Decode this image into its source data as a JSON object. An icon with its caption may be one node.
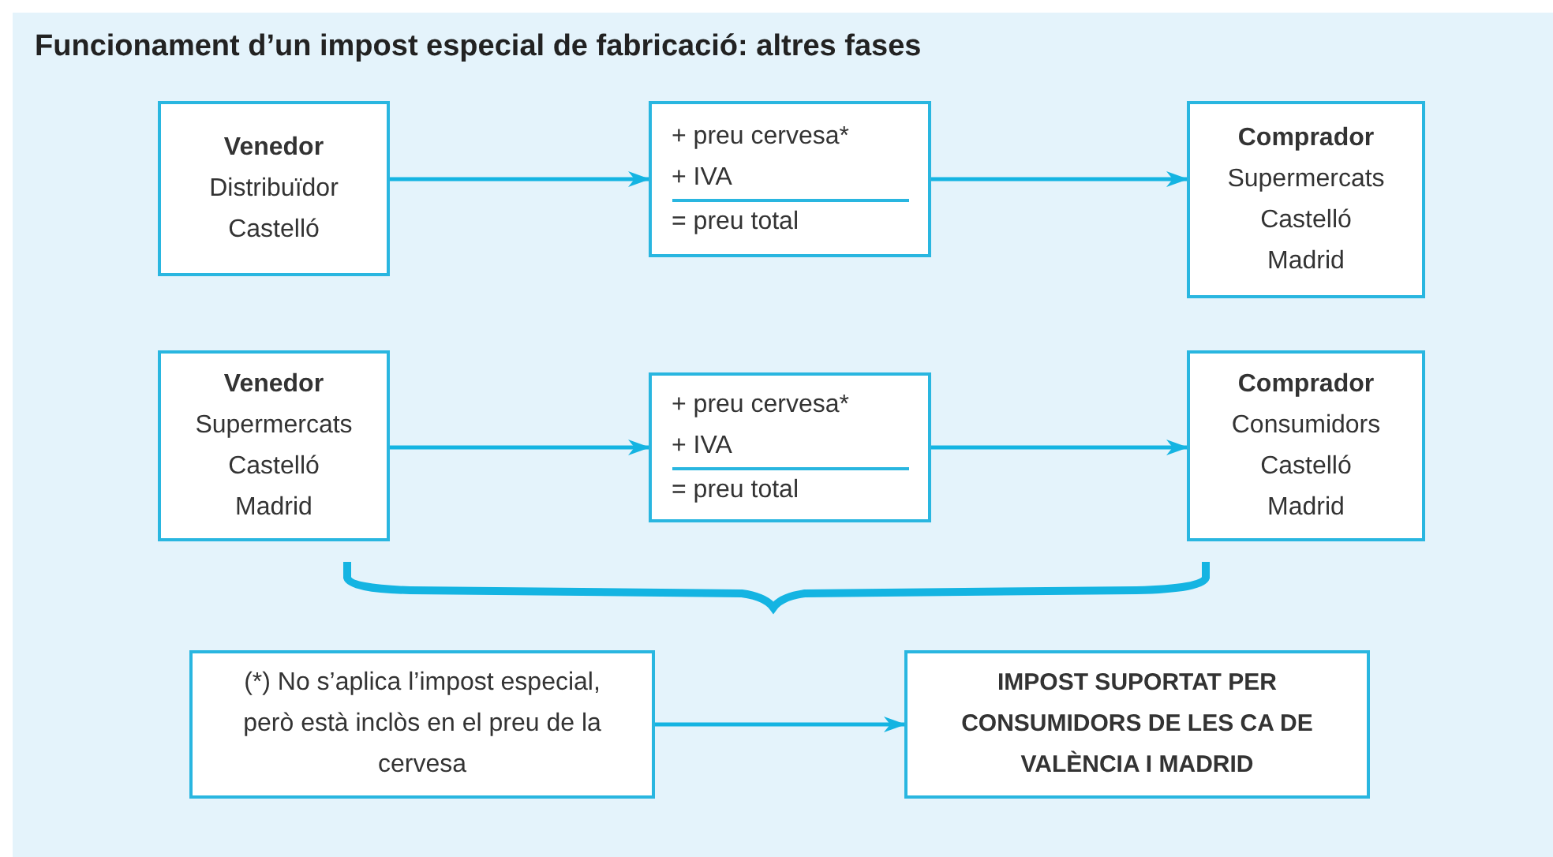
{
  "diagram": {
    "title": "Funcionament d’un impost especial de fabricació: altres fases",
    "nodes": [
      {
        "text": [
          "Venedor",
          "Distribuïdor",
          "Castelló"
        ]
      },
      {
        "text": [
          "+ preu cervesa*",
          "+ IVA",
          "= preu total"
        ]
      },
      {
        "text": [
          "Comprador",
          "Supermercats",
          "Castelló",
          "Madrid"
        ]
      },
      {
        "text": [
          "Venedor",
          "Supermercats",
          "Castelló",
          "Madrid"
        ]
      },
      {
        "text": [
          "+ preu cervesa*",
          "+ IVA",
          "= preu total"
        ]
      },
      {
        "text": [
          "Comprador",
          "Consumidors",
          "Castelló",
          "Madrid"
        ]
      },
      {
        "text": [
          "(*) No s’aplica l’impost especial, però està inclòs en el preu de la cervesa"
        ]
      },
      {
        "text": [
          "IMPOST SUPORTAT PER CONSUMIDORS DE LES CA DE VALÈNCIA I MADRID"
        ]
      }
    ],
    "edges": [
      {
        "from": 0,
        "to": 1,
        "arrow": "to"
      },
      {
        "from": 1,
        "to": 2,
        "arrow": "to"
      },
      {
        "from": 3,
        "to": 4,
        "arrow": "to"
      },
      {
        "from": 4,
        "to": 5,
        "arrow": "to"
      },
      {
        "from": 6,
        "to": 7,
        "arrow": "to"
      }
    ]
  }
}
